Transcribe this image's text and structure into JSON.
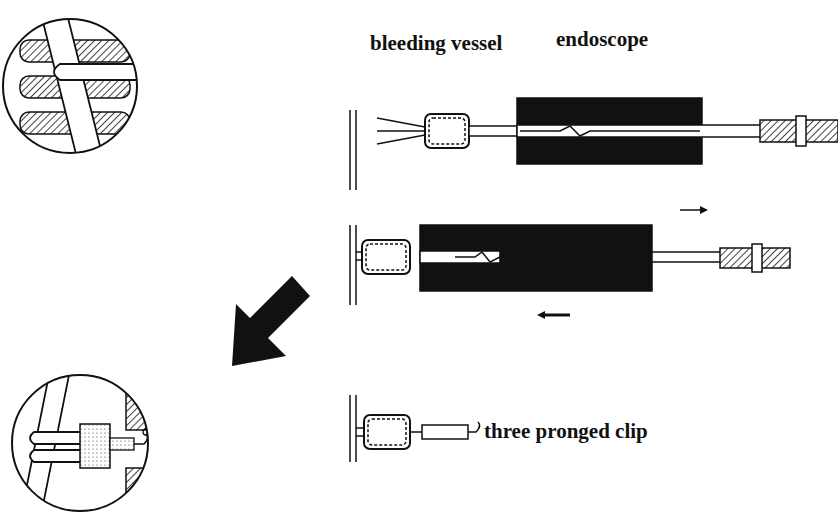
{
  "diagram": {
    "labels": [
      "bleeding vessel",
      "endoscope",
      "three pronged clip"
    ]
  }
}
